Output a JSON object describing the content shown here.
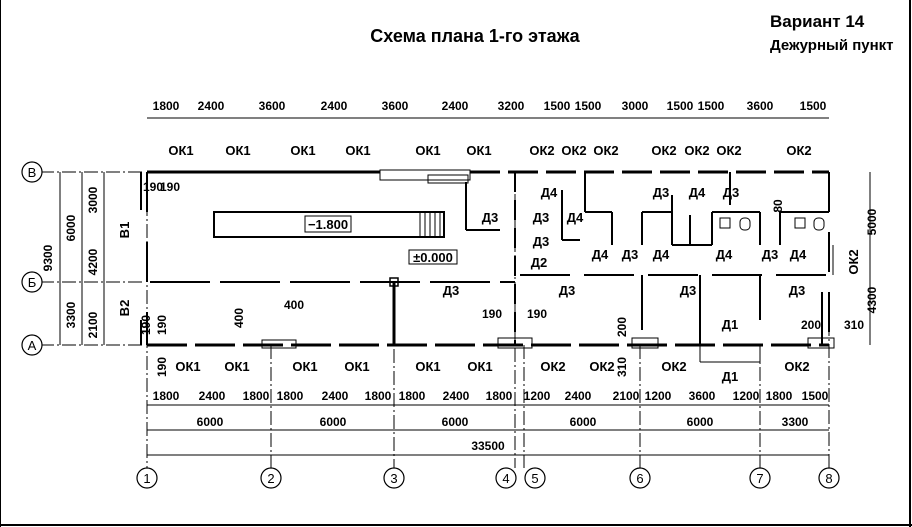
{
  "title": "Схема плана 1-го этажа",
  "variant": "Вариант 14",
  "subtitle": "Дежурный пункт",
  "axes": {
    "columns": [
      "1",
      "2",
      "3",
      "4",
      "5",
      "6",
      "7",
      "8"
    ],
    "rows": [
      "В",
      "Б",
      "А"
    ]
  },
  "dims": {
    "top": [
      "1800",
      "2400",
      "3600",
      "2400",
      "3600",
      "2400",
      "3200",
      "1500",
      "1500",
      "3000",
      "1500",
      "1500",
      "3600",
      "1500"
    ],
    "bottom_row1": [
      "1800",
      "2400",
      "1800",
      "1800",
      "2400",
      "1800",
      "1800",
      "2400",
      "1800",
      "1200",
      "2400",
      "2100",
      "1200",
      "3600",
      "1200",
      "1800",
      "1500"
    ],
    "bottom_row2": [
      "6000",
      "6000",
      "6000",
      "6000",
      "6000",
      "3300"
    ],
    "total": "33500",
    "left_outer": "9300",
    "left_mid": [
      "6000",
      "3300"
    ],
    "left_inner": [
      "3000",
      "4200",
      "2100"
    ],
    "right": [
      "5000",
      "4300"
    ],
    "local": [
      "190",
      "190",
      "190",
      "190",
      "190",
      "190",
      "190",
      "400",
      "400",
      "200",
      "310",
      "200",
      "310",
      "80"
    ]
  },
  "windows_top": [
    "ОК1",
    "ОК1",
    "ОК1",
    "ОК1",
    "ОК1",
    "ОК1",
    "ОК2",
    "ОК2",
    "ОК2",
    "ОК2",
    "ОК2",
    "ОК2",
    "ОК2"
  ],
  "windows_bottom": [
    "ОК1",
    "ОК1",
    "ОК1",
    "ОК1",
    "ОК1",
    "ОК1",
    "ОК2",
    "ОК2",
    "ОК2",
    "ОК2"
  ],
  "window_right": "ОК2",
  "doors": [
    "Д4",
    "Д3",
    "Д4",
    "Д3",
    "Д4",
    "Д3",
    "Д4",
    "Д3",
    "Д4",
    "Д3",
    "Д4",
    "Д3",
    "Д4",
    "Д3",
    "Д2",
    "Д3",
    "Д3",
    "Д3",
    "Д3",
    "Д1",
    "Д1"
  ],
  "gates": [
    "В1",
    "В2"
  ],
  "levels": [
    "−1.800",
    "±0.000"
  ]
}
